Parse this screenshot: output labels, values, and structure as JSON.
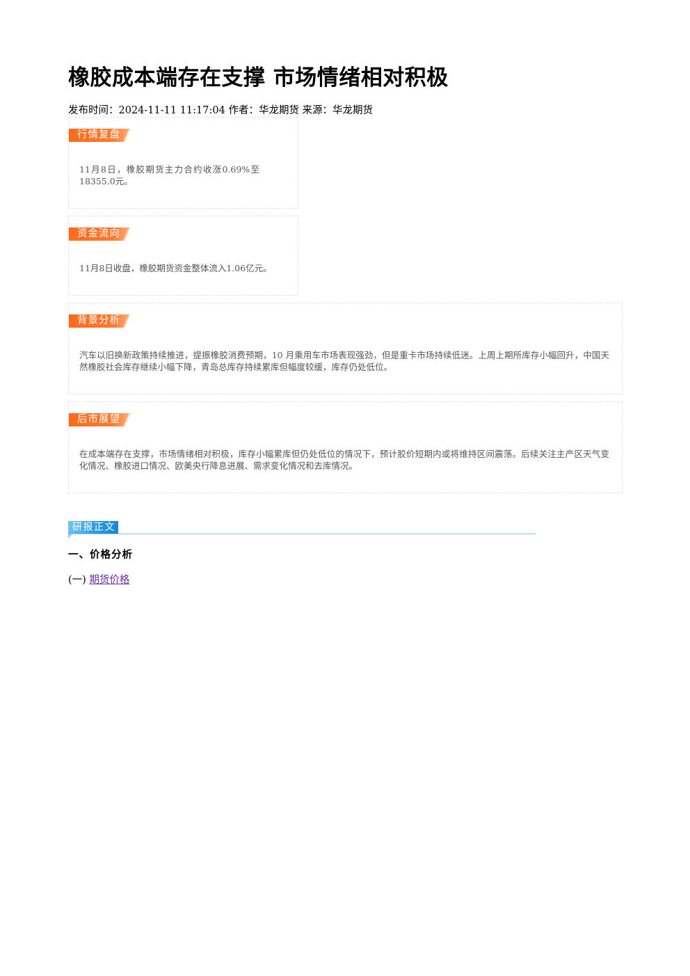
{
  "article": {
    "title": "橡胶成本端存在支撑 市场情绪相对积极",
    "meta": "发布时间：2024-11-11 11:17:04 作者：华龙期货 来源：华龙期货"
  },
  "sections": [
    {
      "tag": "行情复盘",
      "text": "11月8日，橡胶期货主力合约收涨0.69%至18355.0元。"
    },
    {
      "tag": "资金流向",
      "text": "11月8日收盘，橡胶期货资金整体流入1.06亿元。"
    },
    {
      "tag": "背景分析",
      "text": "汽车以旧换新政策持续推进，提振橡胶消费预期，10 月乘用车市场表现强劲，但是重卡市场持续低迷。上周上期所库存小幅回升，中国天然橡胶社会库存继续小幅下降，青岛总库存持续累库但幅度较缓，库存仍处低位。"
    },
    {
      "tag": "后市展望",
      "text": "在成本端存在支撑，市场情绪相对积极，库存小幅累库但仍处低位的情况下，预计胶价短期内或将维持区间震荡。后续关注主产区天气变化情况、橡胶进口情况、欧美央行降息进展、需求变化情况和去库情况。"
    }
  ],
  "report": {
    "tag": "研报正文",
    "heading1": "一、价格分析",
    "heading2_prefix": "(一)",
    "heading2_link": "期货价格"
  },
  "colors": {
    "tag_orange": "#ff6a1a",
    "report_blue": "#2b9be0",
    "link_purple": "#6b2ea8"
  }
}
